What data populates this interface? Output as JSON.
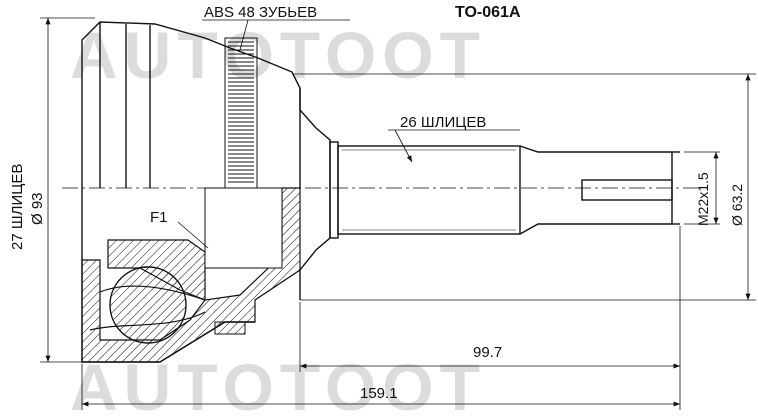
{
  "part_code": "TO-061A",
  "watermark": "AUTOTOOT",
  "labels": {
    "abs_teeth": "ABS 48 ЗУБЬЕВ",
    "outer_splines": "26 ШЛИЦЕВ",
    "inner_splines": "27 ШЛИЦЕВ",
    "housing_dia": "Ø 93",
    "detail_f1": "F1",
    "thread": "M22x1.5",
    "shaft_dia": "Ø 63.2",
    "length_shaft": "99.7",
    "length_total": "159.1"
  },
  "colors": {
    "line": "#111111",
    "watermark": "#dcdcdc",
    "background": "#ffffff"
  }
}
